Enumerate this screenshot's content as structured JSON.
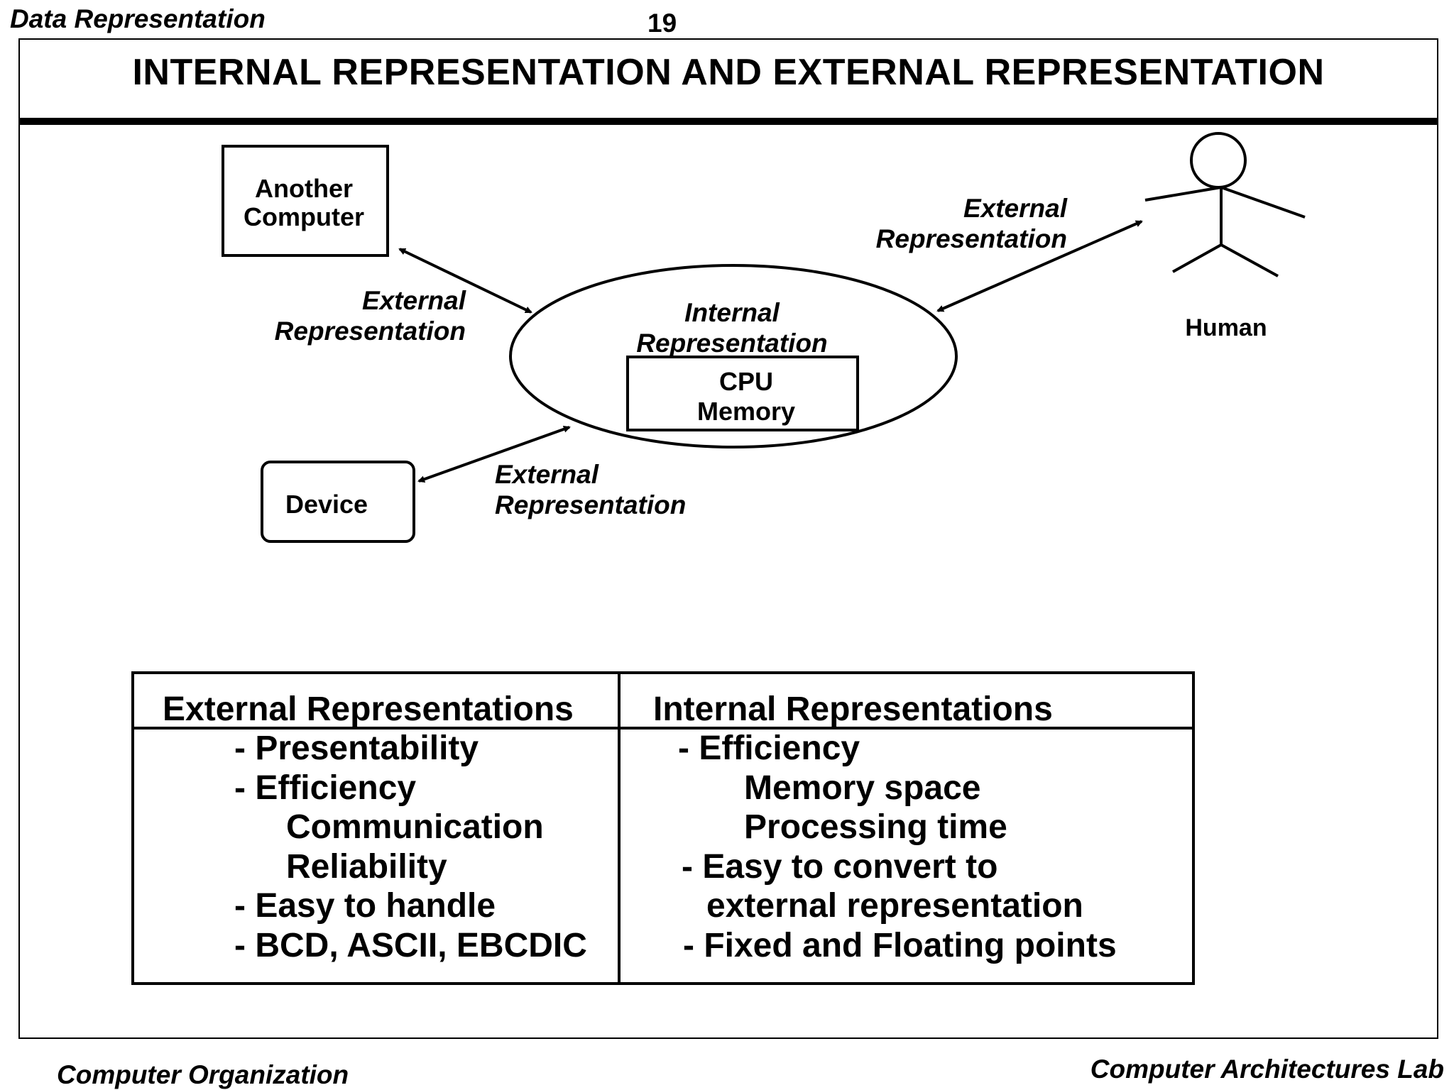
{
  "header": {
    "left": "Data Representation",
    "page_number": "19"
  },
  "title": "INTERNAL REPRESENTATION AND EXTERNAL REPRESENTATION",
  "diagram": {
    "another_computer": [
      "Another",
      "Computer"
    ],
    "device": "Device",
    "human": "Human",
    "internal_label": [
      "Internal",
      "Representation"
    ],
    "cpu_memory": [
      "CPU",
      "Memory"
    ],
    "ext_label_computer": [
      "External",
      "Representation"
    ],
    "ext_label_human": [
      "External",
      "Representation"
    ],
    "ext_label_device": [
      "External",
      "Representation"
    ]
  },
  "table": {
    "external_heading": "External Representations",
    "internal_heading": "Internal Representations",
    "external_lines": [
      "- Presentability",
      "- Efficiency",
      "Communication",
      "Reliability",
      "- Easy to handle",
      "- BCD, ASCII, EBCDIC"
    ],
    "internal_lines": [
      "- Efficiency",
      "Memory space",
      "Processing time",
      "- Easy to convert to",
      "external representation",
      "- Fixed and Floating points"
    ]
  },
  "footer": {
    "left": "Computer Organization",
    "right": "Computer Architectures Lab"
  }
}
